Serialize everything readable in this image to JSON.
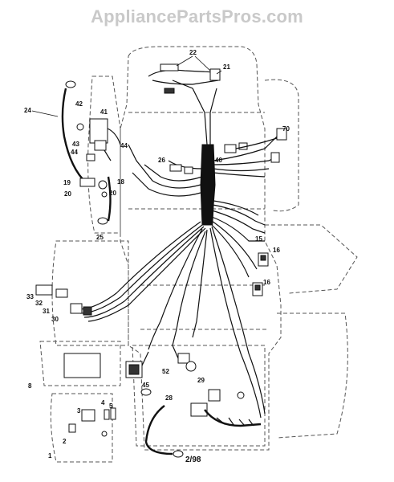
{
  "header": {
    "watermark": "AppliancePartsPros.com"
  },
  "footer": {
    "date_code": "2/98"
  },
  "callouts": [
    "1",
    "2",
    "3",
    "4",
    "5",
    "8",
    "15",
    "16",
    "16",
    "18",
    "19",
    "20",
    "20",
    "21",
    "22",
    "24",
    "25",
    "26",
    "28",
    "29",
    "30",
    "31",
    "32",
    "33",
    "40",
    "41",
    "42",
    "43",
    "44",
    "45",
    "52",
    "70"
  ]
}
